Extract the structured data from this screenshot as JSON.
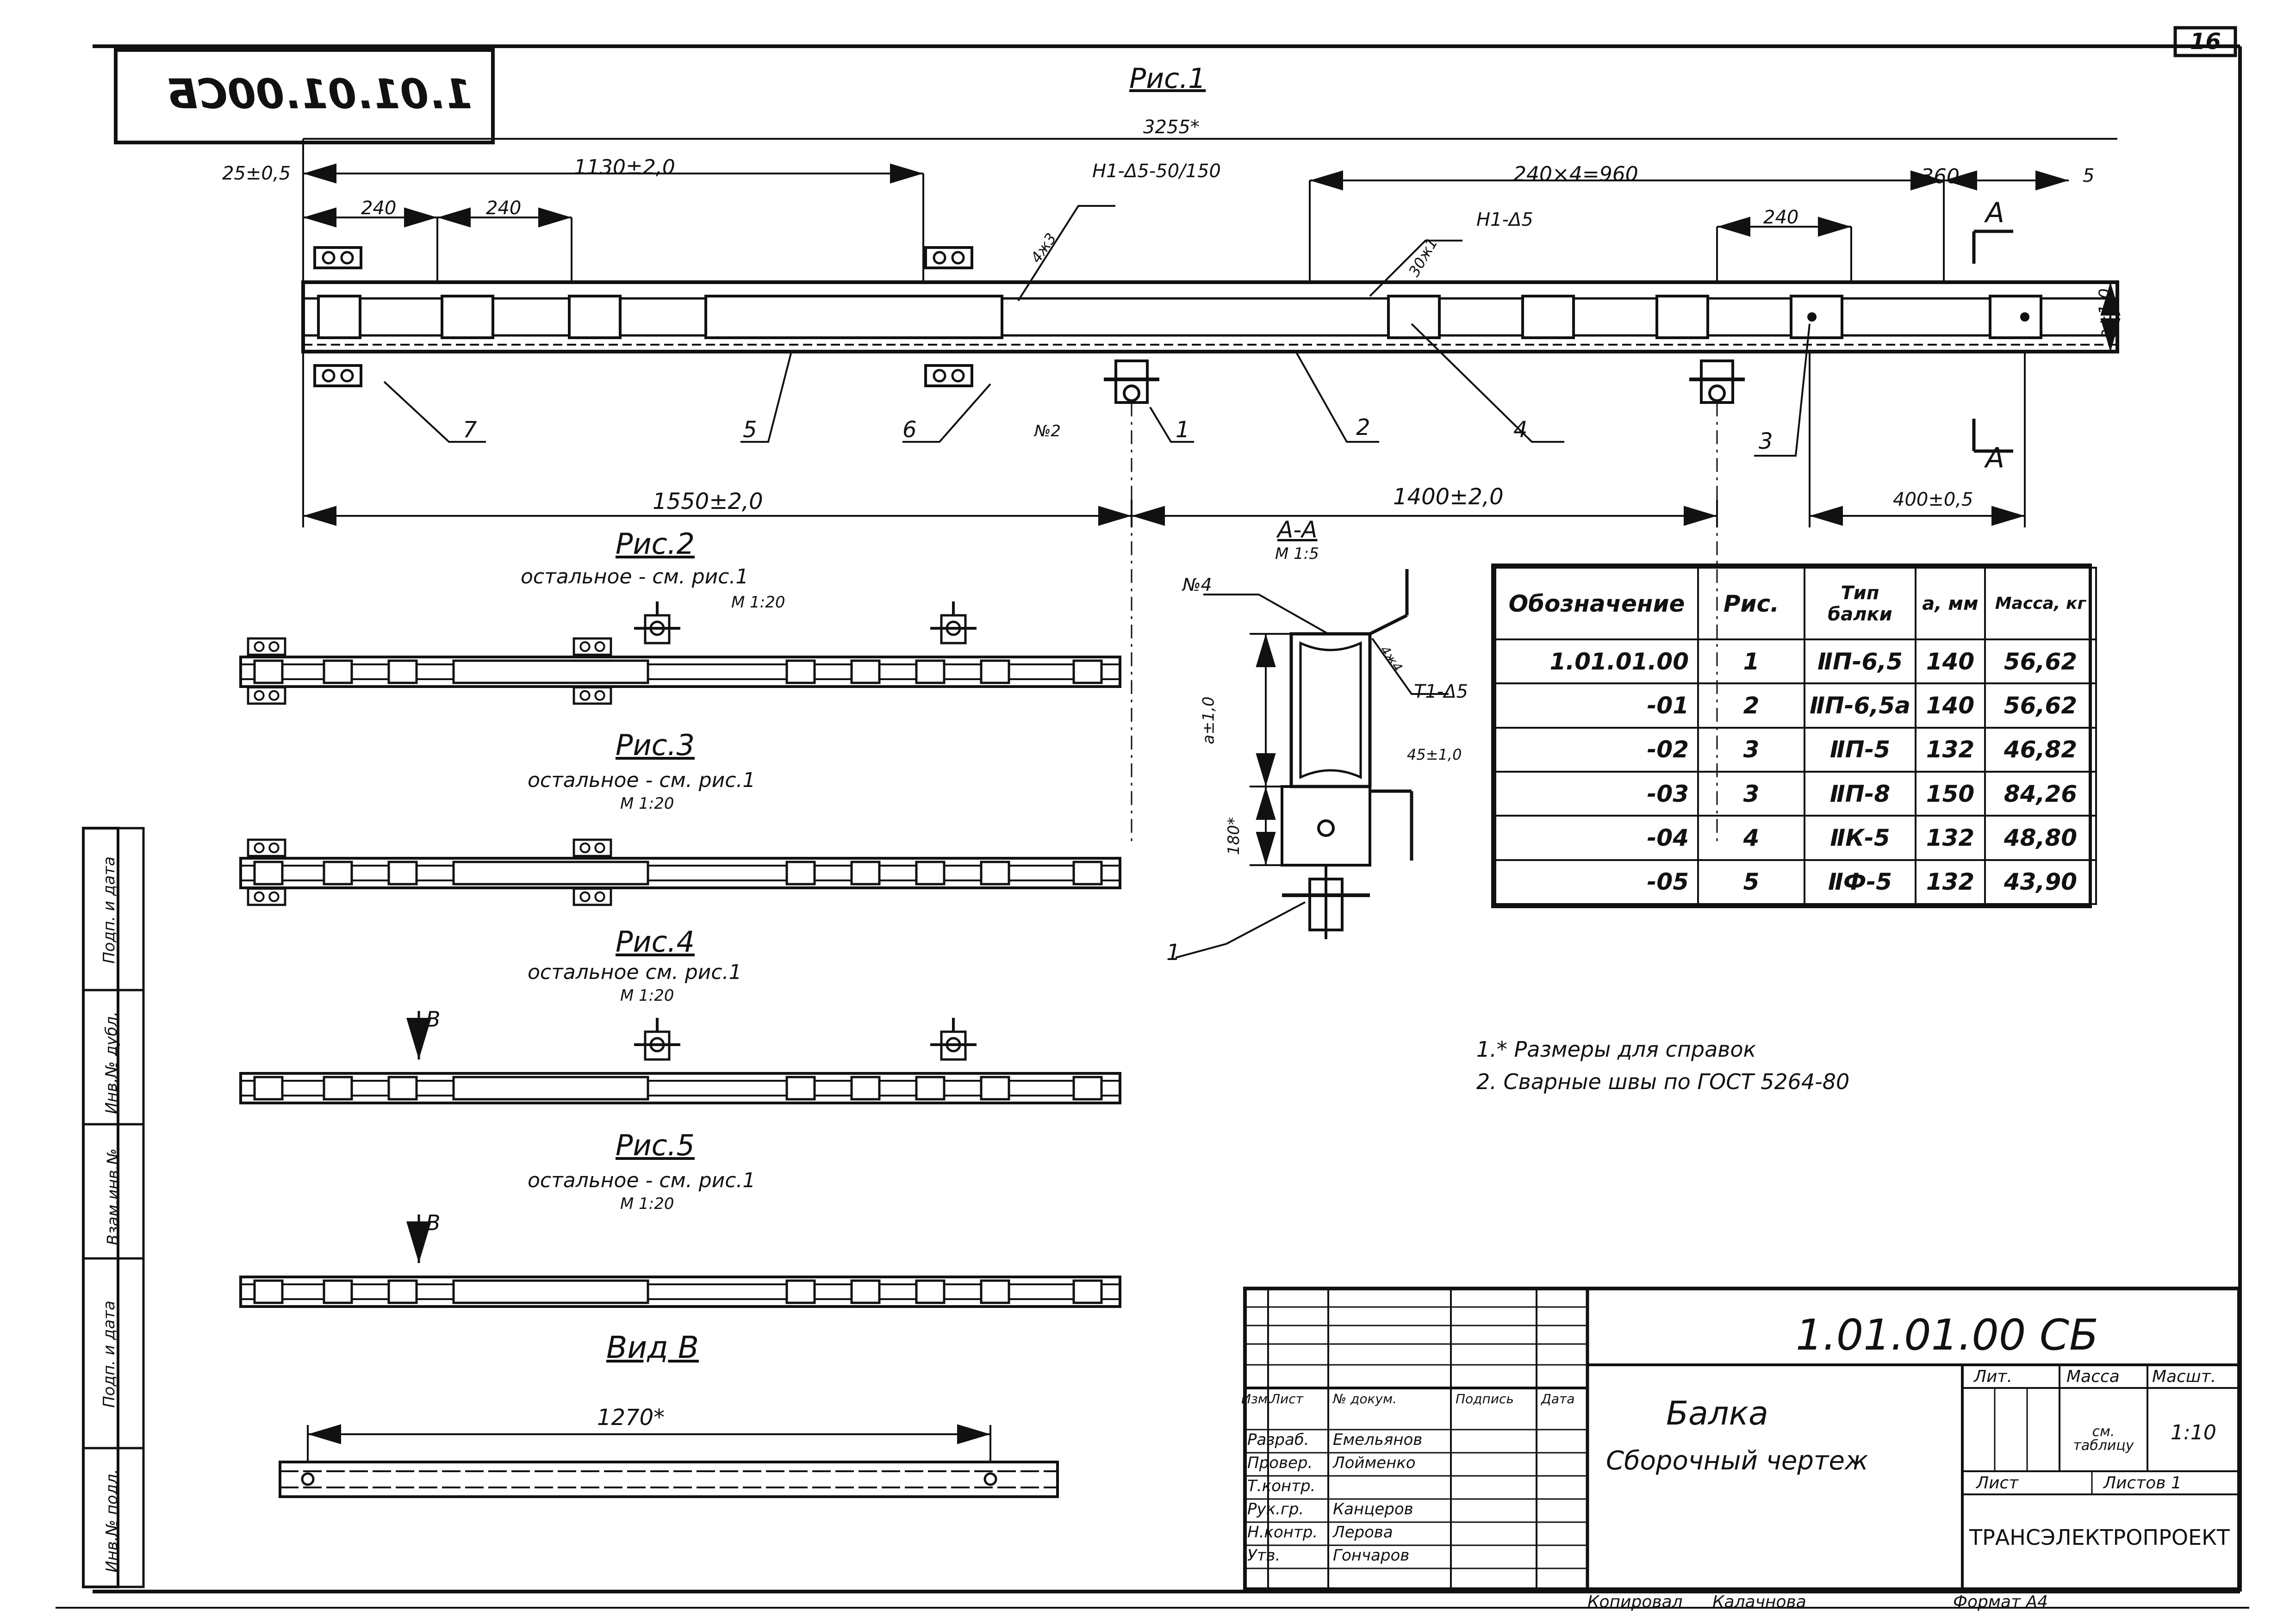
{
  "page_number": "16",
  "stamp_code_mirrored": "1.01.01.00СБ",
  "figures": {
    "fig1": {
      "title": "Рис.1",
      "total_dim": "3255*",
      "dim_left_edge": "25±0,5",
      "dim_1130": "1130±2,0",
      "dim_240_a": "240",
      "dim_240_b": "240",
      "dim_240x4": "240×4=960",
      "dim_360": "360",
      "dim_5": "5",
      "dim_240_c": "240",
      "dim_1550": "1550±2,0",
      "dim_1400": "1400±2,0",
      "dim_400": "400±0,5",
      "dim_a": "a±1,0",
      "weld_1": "Н1-Δ5-50/150",
      "weld_2": "Н1-Δ5",
      "weld_3": "4ж3",
      "weld_4": "30ж1",
      "section_mark": "А",
      "callouts": [
        "7",
        "5",
        "6",
        "№2",
        "1",
        "2",
        "4",
        "3"
      ]
    },
    "fig2": {
      "title": "Рис.2",
      "note": "остальное - см. рис.1",
      "scale": "М 1:20"
    },
    "fig3": {
      "title": "Рис.3",
      "note": "остальное - см. рис.1",
      "scale": "М 1:20"
    },
    "fig4": {
      "title": "Рис.4",
      "note": "остальное см. рис.1",
      "scale": "М 1:20",
      "view_mark": "В"
    },
    "fig5": {
      "title": "Рис.5",
      "note": "остальное - см. рис.1",
      "scale": "М 1:20",
      "view_mark": "В"
    },
    "viewB": {
      "title": "Вид В",
      "dim": "1270*"
    },
    "sectionAA": {
      "title": "А-А",
      "scale": "М 1:5",
      "label_n4": "№4",
      "weld": "Т1-Δ5",
      "weld_small": "4ж4",
      "dim_a": "a±1,0",
      "dim_45": "45±1,0",
      "dim_180": "180*",
      "callout": "1"
    }
  },
  "spec_table": {
    "headers": [
      "Обозначение",
      "Рис.",
      "Тип балки",
      "a, мм",
      "Масса, кг"
    ],
    "rows": [
      [
        "1.01.01.00",
        "1",
        "ⅡП-6,5",
        "140",
        "56,62"
      ],
      [
        "-01",
        "2",
        "ⅡП-6,5а",
        "140",
        "56,62"
      ],
      [
        "-02",
        "3",
        "ⅡП-5",
        "132",
        "46,82"
      ],
      [
        "-03",
        "3",
        "ⅡП-8",
        "150",
        "84,26"
      ],
      [
        "-04",
        "4",
        "ⅡК-5",
        "132",
        "48,80"
      ],
      [
        "-05",
        "5",
        "ⅡФ-5",
        "132",
        "43,90"
      ]
    ]
  },
  "notes": [
    "1.* Размеры для справок",
    "2. Сварные швы по ГОСТ 5264-80"
  ],
  "side_stamp": [
    "Инв.№ подл.",
    "Подп. и дата",
    "Взам.инв.№",
    "Инв.№ дубл.",
    "Подп. и дата"
  ],
  "title_block": {
    "doc_code": "1.01.01.00 СБ",
    "name_line1": "Балка",
    "name_line2": "Сборочный чертеж",
    "col_headers": [
      "Изм.",
      "Лист",
      "№ докум.",
      "Подпись",
      "Дата"
    ],
    "roles": [
      "Разраб.",
      "Провер.",
      "Т.контр.",
      "Рук.гр.",
      "Н.контр.",
      "Утв."
    ],
    "names": [
      "Емельянов",
      "Лойменко",
      "",
      "Канцеров",
      "Лерова",
      "Гончаров"
    ],
    "lit": "Лит.",
    "massa": "Масса",
    "masht": "Масшт.",
    "massa_value": "см. таблицу",
    "masht_value": "1:10",
    "list": "Лист",
    "listov": "Листов 1",
    "org": "ТРАНСЭЛЕКТРОПРОЕКТ",
    "copied": "Копировал",
    "copied_name": "Калачнова",
    "format": "Формат А4"
  }
}
